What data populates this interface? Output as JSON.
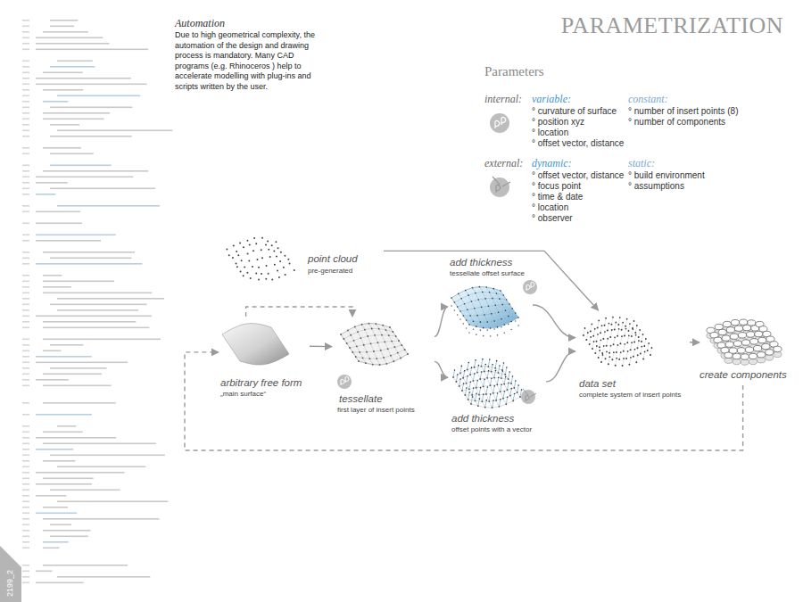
{
  "diagram": {
    "title": "PARAMETRIZATION",
    "nodes": [
      {
        "text": [
          "point cloud",
          "pre-generated"
        ]
      },
      {
        "text": [
          "arbitrary free form",
          "„main surface“"
        ]
      },
      {
        "text": [
          "tessellate",
          "first layer of insert points"
        ]
      },
      {
        "text": [
          "add thickness",
          "tessellate offset surface"
        ]
      },
      {
        "text": [
          "add thickness",
          "offset points with a vector"
        ]
      },
      {
        "text": [
          "data set",
          "complete system of insert points"
        ]
      },
      {
        "text": [
          "create components"
        ]
      }
    ],
    "edges": [
      {
        "from": 1,
        "to": 2,
        "arrow": "to"
      },
      {
        "from": 1,
        "to": 2,
        "arrow": "to"
      },
      {
        "from": 2,
        "to": 3,
        "arrow": "to"
      },
      {
        "from": 2,
        "to": 4,
        "arrow": "to"
      },
      {
        "from": 3,
        "to": 5,
        "arrow": "to"
      },
      {
        "from": 4,
        "to": 5,
        "arrow": "to"
      },
      {
        "from": 0,
        "to": 5,
        "arrow": "to"
      },
      {
        "from": 5,
        "to": 6,
        "arrow": "to"
      },
      {
        "from": 6,
        "to": 1,
        "arrow": "to"
      }
    ],
    "labels": [
      "Automation",
      "Due to high geometrical complexity, the automation of the design and drawing process is mandatory. Many CAD programs (e.g. Rhinoceros ) help to accelerate modelling with plug-ins and scripts written by the user.",
      "Parameters",
      "internal:",
      "variable:",
      "° curvature of surface",
      "° position xyz",
      "° location",
      "° offset vector, distance",
      "constant:",
      "° number of insert points (8)",
      "° number of components",
      "external:",
      "dynamic:",
      "° offset vector, distance",
      "° focus point",
      "° time & date",
      "° location",
      "° observer",
      "static:",
      "° build environment",
      "° assumptions",
      "2199_2"
    ]
  }
}
